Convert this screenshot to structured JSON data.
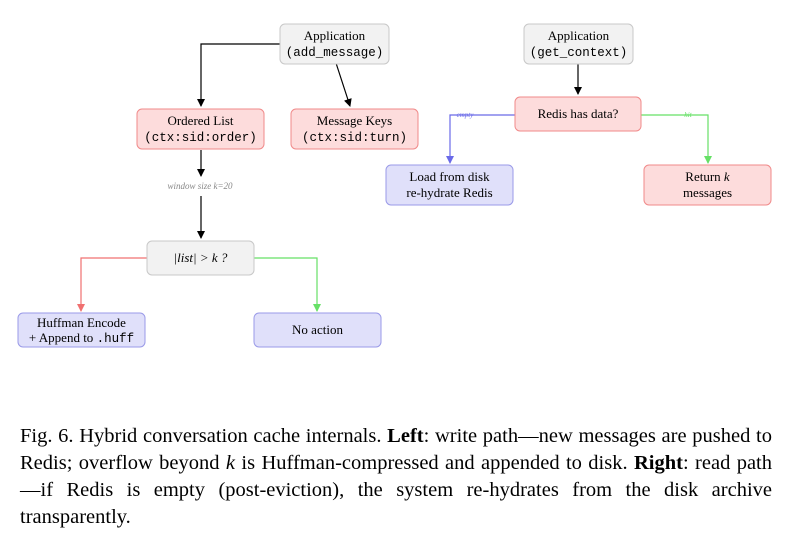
{
  "diagram": {
    "left": {
      "app": {
        "line1": "Application",
        "line2": "(add_message)"
      },
      "ordered_list": {
        "line1": "Ordered List",
        "line2": "(ctx:sid:order)"
      },
      "message_keys": {
        "line1": "Message Keys",
        "line2": "(ctx:sid:turn)"
      },
      "window_label": "window size k=20",
      "decision": "|list| > k ?",
      "huffman": {
        "line1": "Huffman Encode",
        "line2a": "+ Append to ",
        "line2b": ".huff"
      },
      "no_action": "No action"
    },
    "right": {
      "app": {
        "line1": "Application",
        "line2": "(get_context)"
      },
      "redis_check": "Redis has data?",
      "empty_label": "empty",
      "hit_label": "hit",
      "load": {
        "line1": "Load from disk",
        "line2": "re-hydrate Redis"
      },
      "return": {
        "line1a": "Return ",
        "line1b": "k",
        "line2": "messages"
      }
    },
    "colors": {
      "gray_fill": "#f2f2f2",
      "red_fill": "#fddcdc",
      "blue_fill": "#e0e0fa",
      "red_edge": "#f07070",
      "green_edge": "#66e066",
      "blue_edge": "#6a6ae8"
    }
  },
  "caption": {
    "prefix": "Fig. 6.  Hybrid conversation cache internals. ",
    "left_bold": "Left",
    "left_text": ": write path—new messages are pushed to Redis; overflow beyond ",
    "k": "k",
    "mid_text": " is Huffman-compressed and appended to disk. ",
    "right_bold": "Right",
    "right_text": ": read path—if Redis is empty (post-eviction), the system re-hydrates from the disk archive transparently."
  }
}
